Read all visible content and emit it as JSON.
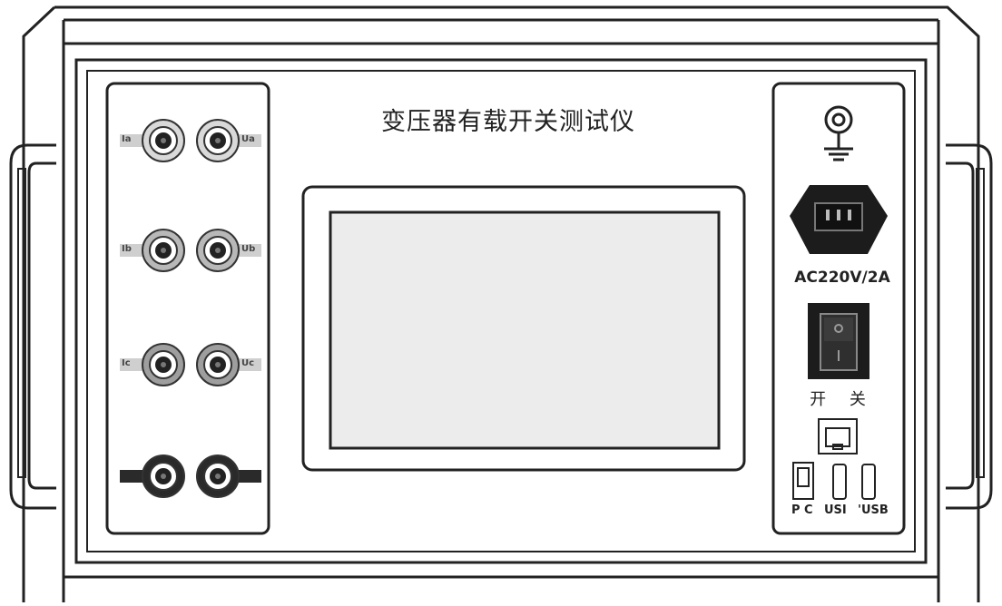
{
  "panel": {
    "title": "变压器有载开关测试仪"
  },
  "left_terminals": {
    "rows": [
      {
        "left_label": "Ia",
        "right_label": "Ua",
        "ring_color": "#d9d9d9"
      },
      {
        "left_label": "Ib",
        "right_label": "Ub",
        "ring_color": "#b8b8b8"
      },
      {
        "left_label": "Ic",
        "right_label": "Uc",
        "ring_color": "#9e9e9e"
      },
      {
        "left_label": "",
        "right_label": "",
        "ring_color": "#2a2a2a"
      }
    ]
  },
  "right_panel": {
    "ground_icon": "ground-terminal-icon",
    "power_socket_icon": "iec-power-socket-icon",
    "power_rating": "AC220V/2A",
    "switch_label": "开 关",
    "network_icon": "ethernet-port-icon",
    "ports": [
      {
        "label": "P C",
        "icon": "usb-b-port-icon"
      },
      {
        "label": "USI",
        "icon": "usb-a-port-icon"
      },
      {
        "label": "'USB",
        "icon": "usb-a-port-icon"
      }
    ]
  },
  "display": {
    "screen_color": "#ececec"
  }
}
